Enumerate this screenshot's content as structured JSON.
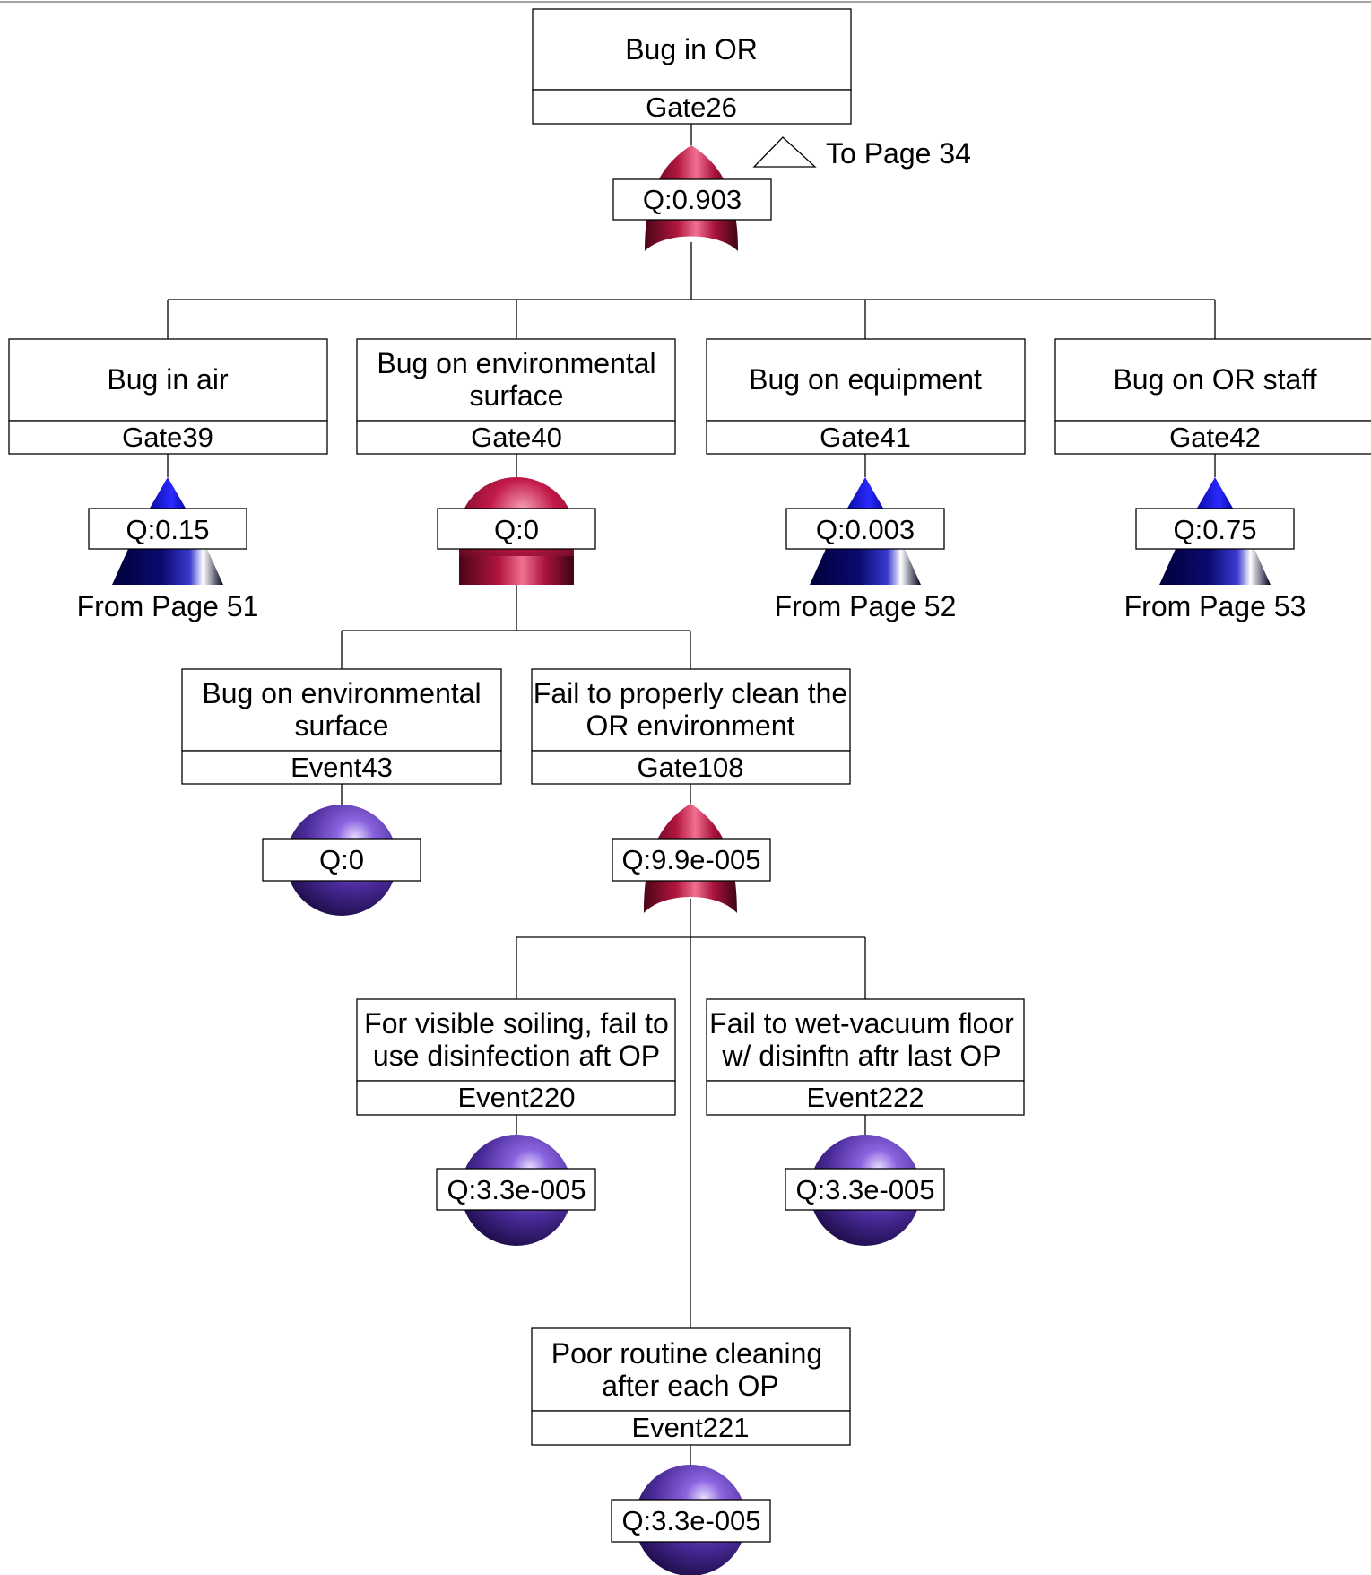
{
  "colors": {
    "or_gate": "#a8123d",
    "and_gate": "#a8123d",
    "transfer_in": "#1a1aa0",
    "basic_event": "#4a2a98"
  },
  "nodes": {
    "gate26": {
      "title": [
        "Bug in OR"
      ],
      "id": "Gate26",
      "q": "Q:0.903",
      "symbol": "or-gate"
    },
    "gate39": {
      "title": [
        "Bug in air"
      ],
      "id": "Gate39",
      "q": "Q:0.15",
      "symbol": "transfer-in",
      "transfer": "From Page 51"
    },
    "gate40": {
      "title": [
        "Bug on environmental",
        "surface"
      ],
      "id": "Gate40",
      "q": "Q:0",
      "symbol": "and-gate"
    },
    "gate41": {
      "title": [
        "Bug on equipment"
      ],
      "id": "Gate41",
      "q": "Q:0.003",
      "symbol": "transfer-in",
      "transfer": "From Page 52"
    },
    "gate42": {
      "title": [
        "Bug on OR staff"
      ],
      "id": "Gate42",
      "q": "Q:0.75",
      "symbol": "transfer-in",
      "transfer": "From Page 53"
    },
    "event43": {
      "title": [
        "Bug on environmental",
        "surface"
      ],
      "id": "Event43",
      "q": "Q:0",
      "symbol": "basic-event"
    },
    "gate108": {
      "title": [
        "Fail to properly clean the",
        "OR environment"
      ],
      "id": "Gate108",
      "q": "Q:9.9e-005",
      "symbol": "or-gate"
    },
    "event220": {
      "title": [
        "For visible soiling, fail to",
        "use disinfection aft OP"
      ],
      "id": "Event220",
      "q": "Q:3.3e-005",
      "symbol": "basic-event"
    },
    "event222": {
      "title": [
        "Fail to wet-vacuum floor",
        "w/ disinftn aftr last OP"
      ],
      "id": "Event222",
      "q": "Q:3.3e-005",
      "symbol": "basic-event"
    },
    "event221": {
      "title": [
        "Poor routine cleaning",
        "after each OP"
      ],
      "id": "Event221",
      "q": "Q:3.3e-005",
      "symbol": "basic-event"
    }
  },
  "transfer_out": "To Page 34",
  "edges": [
    [
      "gate26",
      "gate39"
    ],
    [
      "gate26",
      "gate40"
    ],
    [
      "gate26",
      "gate41"
    ],
    [
      "gate26",
      "gate42"
    ],
    [
      "gate40",
      "event43"
    ],
    [
      "gate40",
      "gate108"
    ],
    [
      "gate108",
      "event220"
    ],
    [
      "gate108",
      "event222"
    ],
    [
      "gate108",
      "event221"
    ]
  ]
}
